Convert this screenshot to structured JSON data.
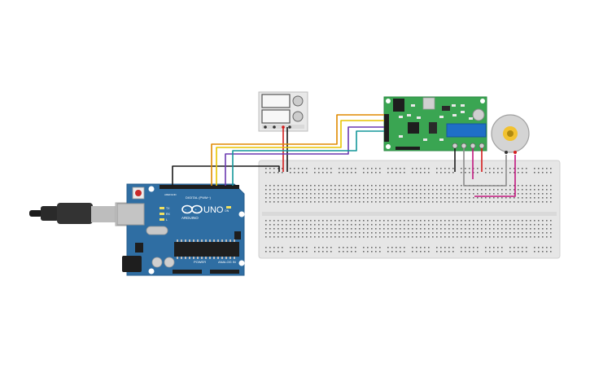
{
  "arduino": {
    "brand": "ARDUINO",
    "model": "UNO",
    "digital_label": "DIGITAL (PWM~)",
    "power_label": "POWER",
    "analog_label": "ANALOG IN",
    "aref_label": "AREF",
    "gnd_label": "GND",
    "led_tx": "TX",
    "led_rx": "RX",
    "led_l": "L",
    "on_label": "ON"
  },
  "colors": {
    "arduino_board": "#2f6ea3",
    "breadboard": "#e6e6e6",
    "driver_board": "#3aa552",
    "motor_body": "#d4d4d4",
    "motor_shaft": "#f2c230",
    "relay_body": "#e8e8e8",
    "wire_black": "#1a1a1a",
    "wire_red": "#d41b1b",
    "wire_orange": "#e08a00",
    "wire_yellow": "#e8c400",
    "wire_teal": "#14979a",
    "wire_purple": "#6b38b0",
    "wire_magenta": "#c2187f",
    "wire_gray": "#8c8c8c"
  }
}
